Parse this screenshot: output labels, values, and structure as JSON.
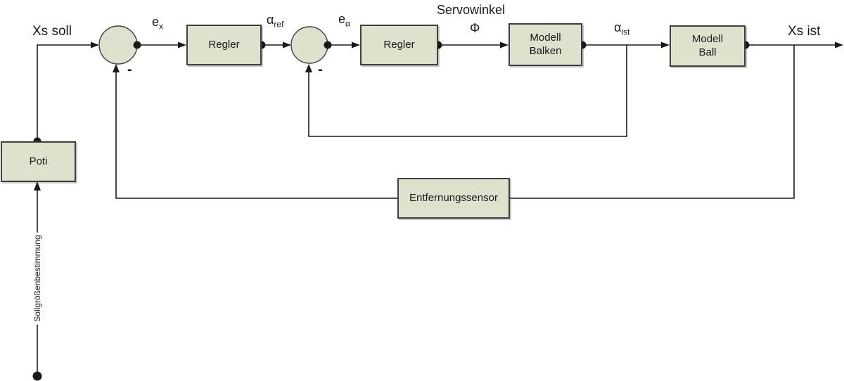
{
  "diagram": {
    "blocks": {
      "poti": {
        "label": "Poti"
      },
      "regler1": {
        "label": "Regler"
      },
      "regler2": {
        "label": "Regler"
      },
      "modell_balken": {
        "line1": "Modell",
        "line2": "Balken"
      },
      "modell_ball": {
        "line1": "Modell",
        "line2": "Ball"
      },
      "entfernungssensor": {
        "label": "Entfernungssensor"
      }
    },
    "labels": {
      "xs_soll": "Xs soll",
      "xs_ist": "Xs ist",
      "servowinkel": "Servowinkel",
      "phi": "Φ",
      "e_x_base": "e",
      "e_x_sub": "x",
      "alpha_ref_base": "α",
      "alpha_ref_sub": "ref",
      "e_alpha_base": "e",
      "e_alpha_sub": "α",
      "alpha_ist_base": "α",
      "alpha_ist_sub": "ist",
      "minus_sum1": "-",
      "minus_sum2": "-",
      "sollgroessenbestimmung": "Sollgrößenbestimmung"
    },
    "colors": {
      "block_fill": "#dde1cd",
      "block_border": "#404040",
      "line": "#1a1a1a"
    }
  }
}
